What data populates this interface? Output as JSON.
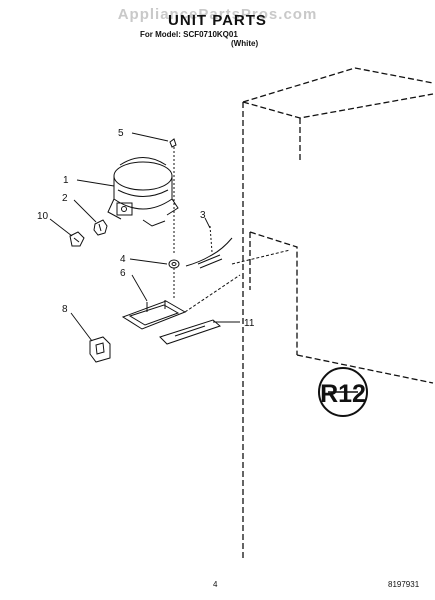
{
  "watermark": "AppliancePartsPros.com",
  "title": "UNIT PARTS",
  "model_line": "For Model: SCF0710KQ01",
  "color_line": "(White)",
  "page_number": "4",
  "document_number": "8197931",
  "callouts": [
    "1",
    "2",
    "3",
    "4",
    "5",
    "6",
    "8",
    "10",
    "11"
  ],
  "badge_text": "R12",
  "colors": {
    "line": "#111111",
    "watermark": "#c9c9c9",
    "background": "#ffffff"
  }
}
